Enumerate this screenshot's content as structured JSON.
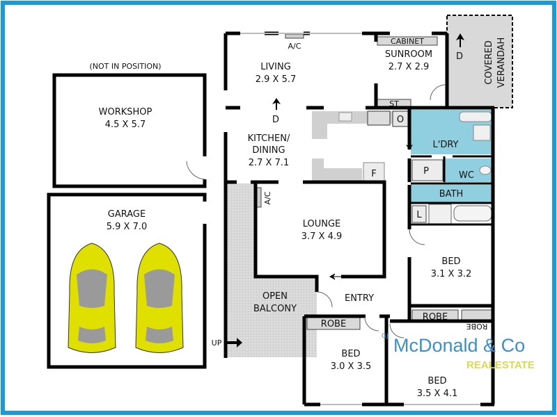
{
  "plan": {
    "note": "(NOT IN POSITION)",
    "rooms": {
      "workshop": {
        "name": "WORKSHOP",
        "size": "4.5 X 5.7"
      },
      "garage": {
        "name": "GARAGE",
        "size": "5.9 X 7.0"
      },
      "living": {
        "name": "LIVING",
        "size": "2.9 X 5.7"
      },
      "sunroom": {
        "name": "SUNROOM",
        "size": "2.7 X 2.9"
      },
      "verandah": {
        "name1": "COVERED",
        "name2": "VERANDAH"
      },
      "kitchen": {
        "name1": "KITCHEN/",
        "name2": "DINING",
        "size": "2.7 X 7.1"
      },
      "laundry": {
        "name": "L'DRY"
      },
      "wc": {
        "name": "WC"
      },
      "bath": {
        "name": "BATH"
      },
      "lounge": {
        "name": "LOUNGE",
        "size": "3.7 X 4.9"
      },
      "balcony": {
        "name1": "OPEN",
        "name2": "BALCONY"
      },
      "entry": {
        "name": "ENTRY"
      },
      "bed1": {
        "name": "BED",
        "size": "3.1 X 3.2"
      },
      "bed2": {
        "name": "BED",
        "size": "3.0 X 3.5"
      },
      "bed3": {
        "name": "BED",
        "size": "3.5 X 4.1"
      }
    },
    "fixtures": {
      "ac": "A/C",
      "cabinet": "CABINET",
      "st": "ST",
      "oven": "O",
      "fridge": "F",
      "pantry": "P",
      "linen": "L",
      "robe": "ROBE",
      "door": "D",
      "up": "UP"
    },
    "colors": {
      "frame": "#1a9ad9",
      "wet_area": "#8fcfe0",
      "grey": "#d9d9d9",
      "car": "#e0e000"
    }
  },
  "watermark": {
    "brand": "McDonald & Co",
    "prefix": "GJ",
    "sub": "REALESTATE"
  }
}
